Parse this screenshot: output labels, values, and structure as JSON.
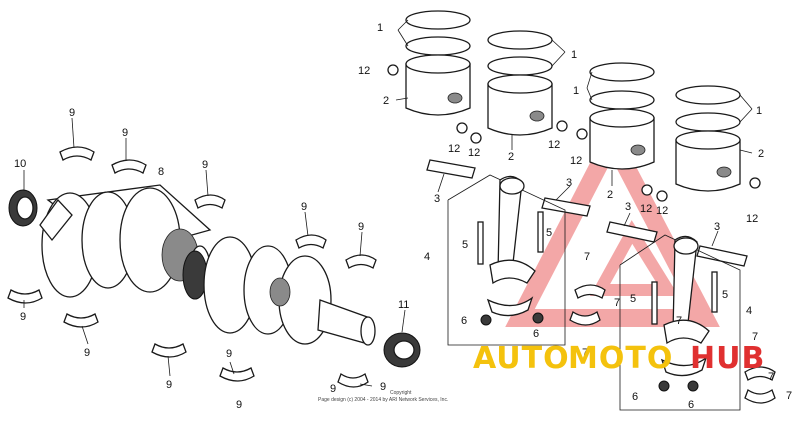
{
  "diagram": {
    "callouts": [
      {
        "id": "c1a",
        "label": "1"
      },
      {
        "id": "c1b",
        "label": "1"
      },
      {
        "id": "c1c",
        "label": "1"
      },
      {
        "id": "c1d",
        "label": "1"
      },
      {
        "id": "c2a",
        "label": "2"
      },
      {
        "id": "c2b",
        "label": "2"
      },
      {
        "id": "c2c",
        "label": "2"
      },
      {
        "id": "c2d",
        "label": "2"
      },
      {
        "id": "c3a",
        "label": "3"
      },
      {
        "id": "c3b",
        "label": "3"
      },
      {
        "id": "c3c",
        "label": "3"
      },
      {
        "id": "c3d",
        "label": "3"
      },
      {
        "id": "c4a",
        "label": "4"
      },
      {
        "id": "c4b",
        "label": "4"
      },
      {
        "id": "c5a",
        "label": "5"
      },
      {
        "id": "c5b",
        "label": "5"
      },
      {
        "id": "c5c",
        "label": "5"
      },
      {
        "id": "c5d",
        "label": "5"
      },
      {
        "id": "c6a",
        "label": "6"
      },
      {
        "id": "c6b",
        "label": "6"
      },
      {
        "id": "c6c",
        "label": "6"
      },
      {
        "id": "c6d",
        "label": "6"
      },
      {
        "id": "c7a",
        "label": "7"
      },
      {
        "id": "c7b",
        "label": "7"
      },
      {
        "id": "c7c",
        "label": "7"
      },
      {
        "id": "c7d",
        "label": "7"
      },
      {
        "id": "c7e",
        "label": "7"
      },
      {
        "id": "c7f",
        "label": "7"
      },
      {
        "id": "c7g",
        "label": "7"
      },
      {
        "id": "c8",
        "label": "8"
      },
      {
        "id": "c9a",
        "label": "9"
      },
      {
        "id": "c9b",
        "label": "9"
      },
      {
        "id": "c9c",
        "label": "9"
      },
      {
        "id": "c9d",
        "label": "9"
      },
      {
        "id": "c9e",
        "label": "9"
      },
      {
        "id": "c9f",
        "label": "9"
      },
      {
        "id": "c9g",
        "label": "9"
      },
      {
        "id": "c9h",
        "label": "9"
      },
      {
        "id": "c9i",
        "label": "9"
      },
      {
        "id": "c9j",
        "label": "9"
      },
      {
        "id": "c9k",
        "label": "9"
      },
      {
        "id": "c9l",
        "label": "9"
      },
      {
        "id": "c10",
        "label": "10"
      },
      {
        "id": "c11",
        "label": "11"
      },
      {
        "id": "c12a",
        "label": "12"
      },
      {
        "id": "c12b",
        "label": "12"
      },
      {
        "id": "c12c",
        "label": "12"
      },
      {
        "id": "c12d",
        "label": "12"
      },
      {
        "id": "c12e",
        "label": "12"
      },
      {
        "id": "c12f",
        "label": "12"
      },
      {
        "id": "c12g",
        "label": "12"
      },
      {
        "id": "c12h",
        "label": "12"
      }
    ],
    "copyright_line1": "Copyright",
    "copyright_line2": "Page design (c) 2004 - 2014 by ARI Network Services, Inc."
  },
  "watermark": {
    "text_a": "AUTO",
    "text_b": "MOTO",
    "text_c": "HUB",
    "color_main": "#f4c20d",
    "color_red": "#e03030",
    "color_triangle": "#f08a8a"
  }
}
